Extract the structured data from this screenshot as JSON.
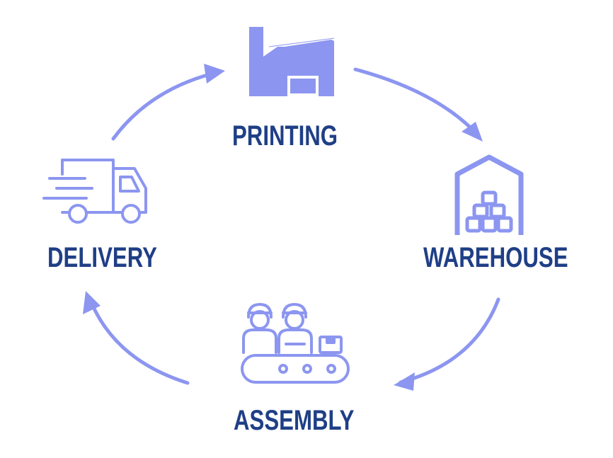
{
  "diagram": {
    "type": "cycle",
    "accent_color": "#8c96f0",
    "text_color": "#1f3f86",
    "nodes": [
      {
        "id": "printing",
        "label": "PRINTING",
        "icon": "factory-icon"
      },
      {
        "id": "warehouse",
        "label": "WAREHOUSE",
        "icon": "warehouse-icon"
      },
      {
        "id": "assembly",
        "label": "ASSEMBLY",
        "icon": "assembly-line-icon"
      },
      {
        "id": "delivery",
        "label": "DELIVERY",
        "icon": "delivery-truck-icon"
      }
    ],
    "edges": [
      {
        "from": "printing",
        "to": "warehouse"
      },
      {
        "from": "warehouse",
        "to": "assembly"
      },
      {
        "from": "assembly",
        "to": "delivery"
      },
      {
        "from": "delivery",
        "to": "printing"
      }
    ]
  }
}
